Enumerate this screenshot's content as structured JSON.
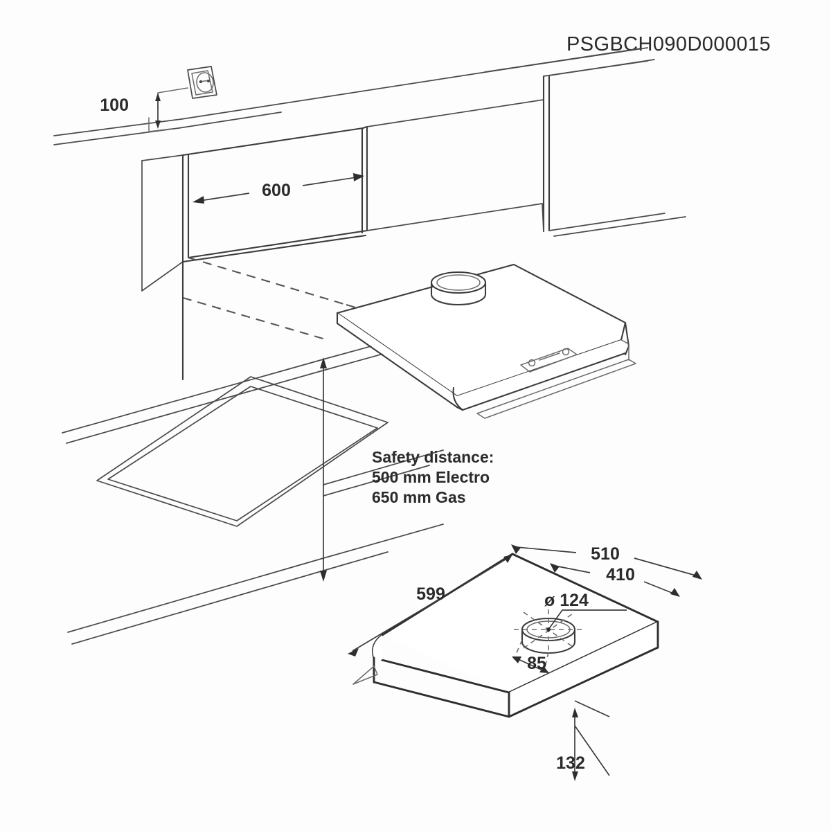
{
  "drawing": {
    "title": "PSGBCH090D000015",
    "notes": {
      "safety_line1": "Safety distance:",
      "safety_line2": "500 mm Electro",
      "safety_line3": "650 mm Gas"
    },
    "dimensions": {
      "socket_height": "100",
      "cabinet_width": "600",
      "hood_width": "599",
      "hood_depth_outer": "510",
      "hood_depth_inner": "410",
      "duct_diameter": "ø 124",
      "duct_offset": "85",
      "hood_height": "132"
    },
    "parts": {
      "wall_cabinet": "wall-cabinet",
      "socket": "electrical-socket",
      "cooktop": "cooktop",
      "worktop": "worktop",
      "hood": "cooker-hood",
      "duct_collar": "duct-collar",
      "control_panel": "control-panel",
      "visor": "pull-out-visor"
    },
    "colors": {
      "line": "#3c3c3c",
      "background": "#fdfdfd",
      "text": "#2b2b2b"
    }
  }
}
